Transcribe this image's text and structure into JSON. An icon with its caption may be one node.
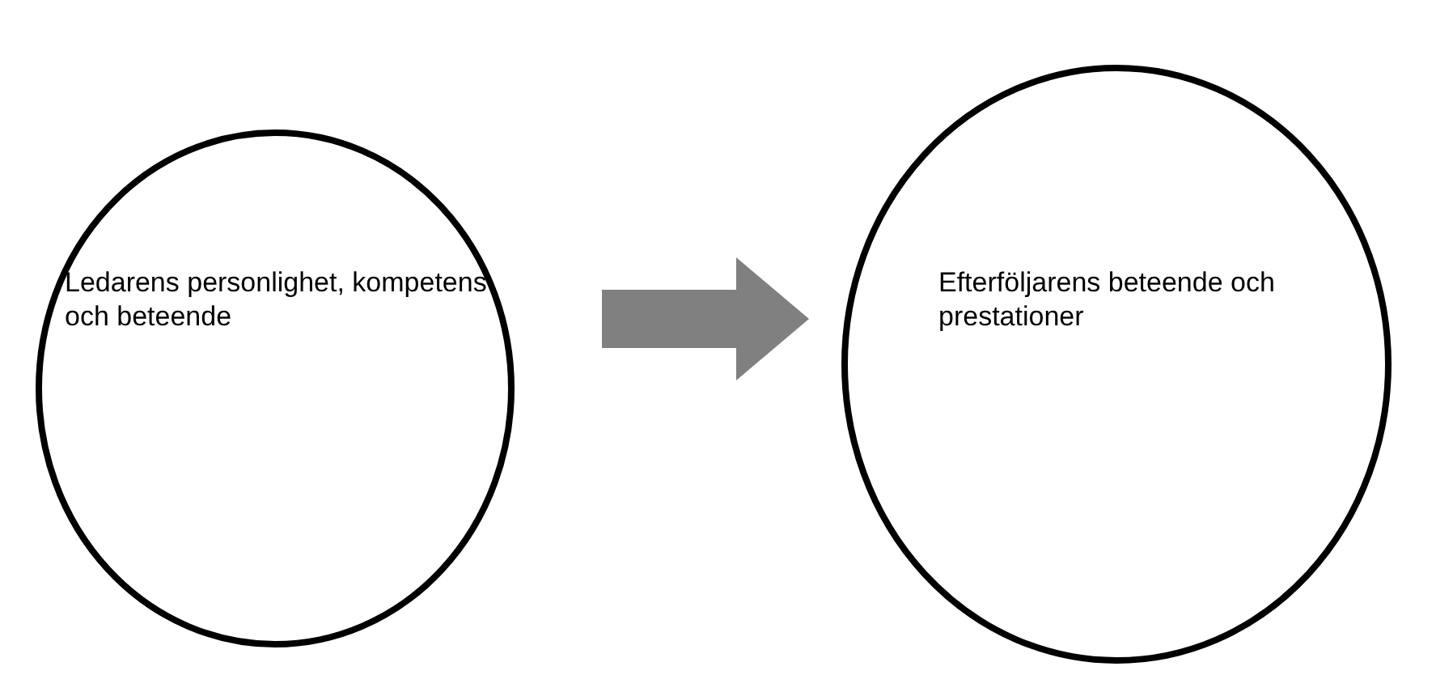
{
  "diagram": {
    "nodes": [
      {
        "text": [
          "Ledarens personlighet, kompetens och beteende"
        ]
      },
      {
        "text": [
          "Efterföljarens beteende och prestationer"
        ]
      }
    ],
    "edges": [
      {
        "from": 0,
        "to": 1,
        "arrow": "to",
        "style": "thick"
      }
    ]
  }
}
